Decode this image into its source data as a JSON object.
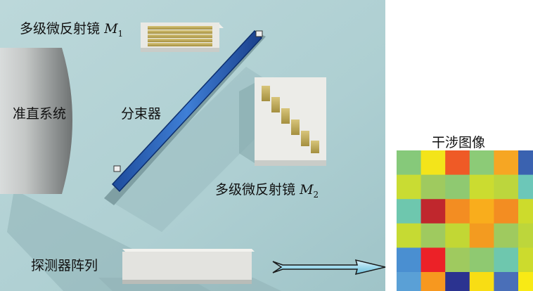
{
  "labels": {
    "mirror1": {
      "text": "多级微反射镜",
      "sym": "M",
      "sub": "1"
    },
    "mirror2": {
      "text": "多级微反射镜",
      "sym": "M",
      "sub": "2"
    },
    "collimator": "准直系统",
    "beamsplitter": "分束器",
    "detector": "探测器阵列",
    "interferogram": "干涉图像"
  },
  "grid": {
    "rows": 6,
    "cols": 6,
    "colors": [
      [
        "#86c97a",
        "#f3e41a",
        "#ef5a26",
        "#8ccb77",
        "#f6a623",
        "#3a62b0"
      ],
      [
        "#c9dc33",
        "#9fca5f",
        "#8fc971",
        "#cbdc30",
        "#bcd63d",
        "#6cc7b8"
      ],
      [
        "#6ec7ae",
        "#c0272d",
        "#f38d22",
        "#f9ad1c",
        "#f38d22",
        "#cddb2c"
      ],
      [
        "#c6da33",
        "#9fca5f",
        "#c2d734",
        "#f39b20",
        "#9fca5f",
        "#bdd63b"
      ],
      [
        "#4a8fd1",
        "#ec2127",
        "#9fca5f",
        "#8fc971",
        "#6ec7ae",
        "#ccdb2d"
      ],
      [
        "#5aa0d6",
        "#f7981f",
        "#2b3390",
        "#f8dd14",
        "#4a6fb8",
        "#f8ea15"
      ]
    ]
  }
}
